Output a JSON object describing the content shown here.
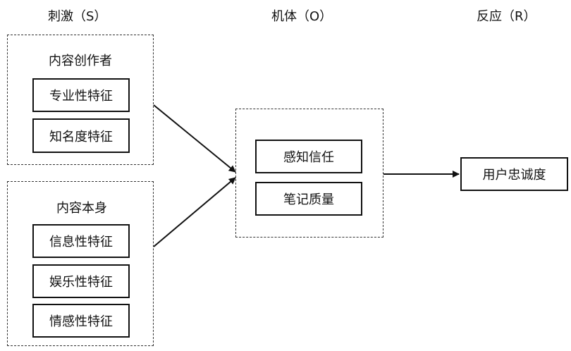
{
  "columns": {
    "stimulus": "刺激（S）",
    "organism": "机体（O）",
    "response": "反应（R）"
  },
  "stimulus": {
    "creator": {
      "title": "内容创作者",
      "items": [
        "专业性特征",
        "知名度特征"
      ]
    },
    "content": {
      "title": "内容本身",
      "items": [
        "信息性特征",
        "娱乐性特征",
        "情感性特征"
      ]
    }
  },
  "organism": {
    "items": [
      "感知信任",
      "笔记质量"
    ]
  },
  "response": {
    "item": "用户忠诚度"
  }
}
